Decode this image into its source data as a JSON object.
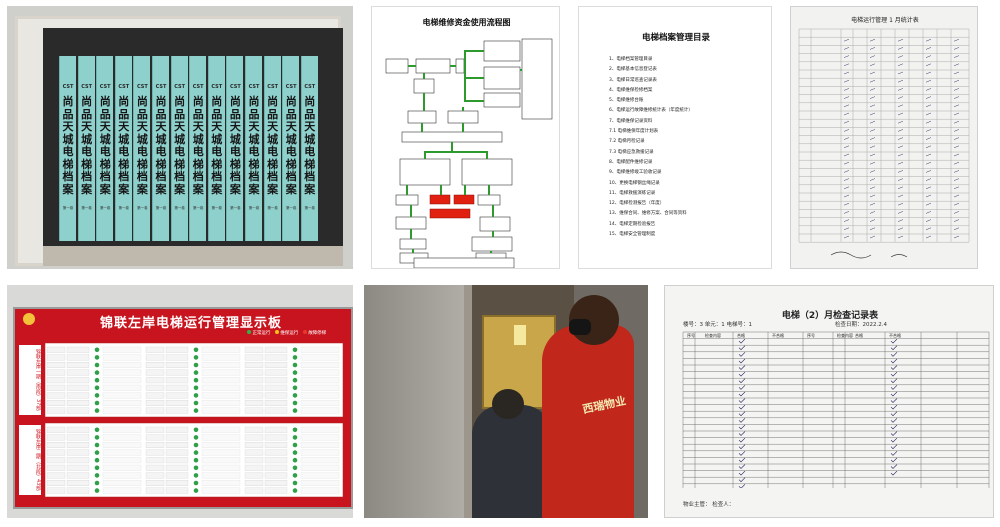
{
  "binders": {
    "count": 14,
    "spine_brand": "CST",
    "spine_title": "尚品天城电梯档案",
    "spine_label": "第一卷",
    "color": "#8ed0cc"
  },
  "flowchart": {
    "title": "电梯维修资金使用流程图",
    "highlight_color": "#e02010",
    "arrow_color": "#2e9a2e"
  },
  "catalog": {
    "title": "电梯档案管理目录",
    "items": [
      "1、电梯档案管理目录",
      "2、电梯基本信息登记表",
      "3、电梯日常巡查记录表",
      "4、电梯维保检修档案",
      "5、电梯维修台账",
      "6、电梯运行故障维修统计表（年度统计）",
      "7、电梯维保记录资料",
      "7.1 电梯维保年度计划表",
      "7.2 电梯月检记录",
      "7.3 电梯应急救援记录",
      "8、电梯配件维修记录",
      "9、电梯维修竣工验收记录",
      "10、更换电梯钢丝绳记录",
      "11、电梯救援演练记录",
      "12、电梯检测报告（年度）",
      "13、维保合同、维修方案、合同等资料",
      "14、电梯定期检验报告",
      "15、电梯安全管理制度"
    ]
  },
  "runlog": {
    "title": "电梯运行管理 1 月统计表"
  },
  "board": {
    "title": "锦联左岸电梯运行管理显示板",
    "legend": [
      "正常运行",
      "维保运行",
      "故障停梯"
    ],
    "side_top": "锦联左岸一期（南段）37部",
    "side_bottom": "锦联左岸二期（北段）43部",
    "bg_color": "#c8141e"
  },
  "photo": {
    "vest_text": "西瑞物业"
  },
  "checklist": {
    "title": "电梯（2）月检查记录表",
    "number_line": "楼号：3 单元：1 电梯号：1",
    "date_line": "检查日期：2022.2.4",
    "headers": [
      "序号",
      "检查内容",
      "合格",
      "不合格",
      "序号",
      "检查内容",
      "合格",
      "不合格"
    ],
    "footer": "物业主管：        检查人："
  }
}
